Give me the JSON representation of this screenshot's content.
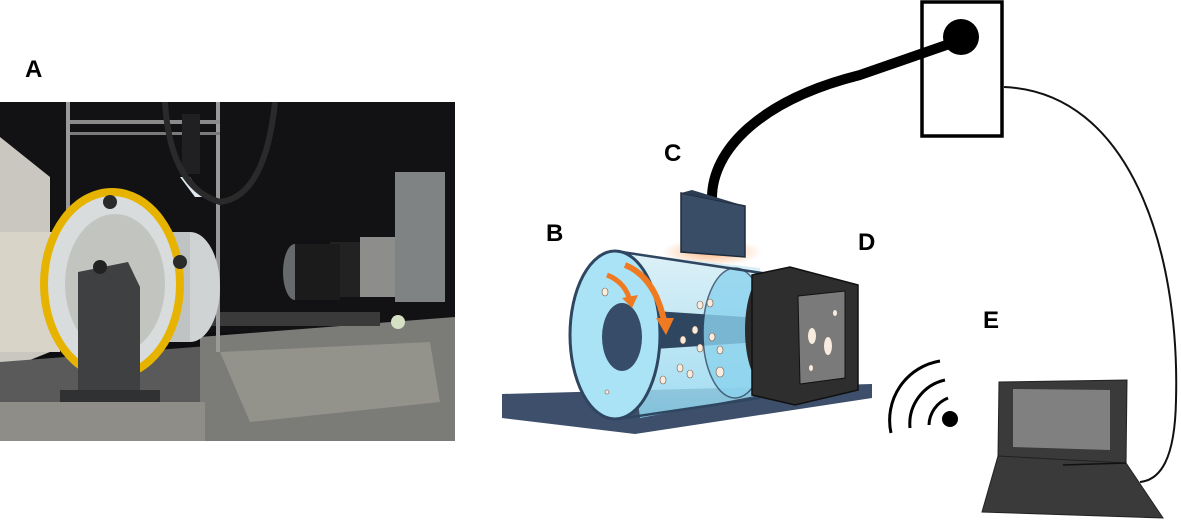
{
  "figure": {
    "panels": [
      {
        "id": "A",
        "label": "A",
        "description": "Photograph of experimental setup: rotating drum with yellow rim on steel stand, LED light bar above, camera on rail"
      },
      {
        "id": "B",
        "label": "B",
        "description": "Rotating transparent drum containing particles with orange rotation arrows"
      },
      {
        "id": "C",
        "label": "C",
        "description": "Light source unit above drum connected by thick cable"
      },
      {
        "id": "D",
        "label": "D",
        "description": "Camera imaging the drum interior showing particles"
      },
      {
        "id": "E",
        "label": "E",
        "description": "Laptop receiving data wirelessly and via cable from power/control box"
      }
    ]
  },
  "colors": {
    "drum_fill": "#a9e3f5",
    "drum_outline": "#2f4660",
    "drum_core": "#364c68",
    "base": "#3d4f6a",
    "arrow": "#f07a22",
    "light_box": "#3a4d66",
    "light_glow": "#ffb27a",
    "camera": "#2e2e2e",
    "camera_screen": "#7a7a7a",
    "laptop": "#3a3a3a",
    "laptop_screen": "#808080",
    "particle": "#f8ece0",
    "yellow_rim": "#e6b400"
  }
}
